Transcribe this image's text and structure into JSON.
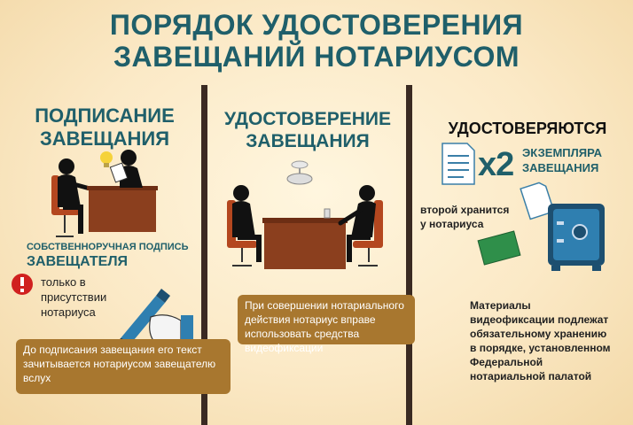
{
  "title": {
    "line1": "ПОРЯДОК УДОСТОВЕРЕНИЯ",
    "line2": "ЗАВЕЩАНИЙ НОТАРИУСОМ"
  },
  "left": {
    "heading1": "ПОДПИСАНИЕ",
    "heading2": "ЗАВЕЩАНИЯ",
    "signature_line1": "СОБСТВЕННОРУЧНАЯ ПОДПИСЬ",
    "signature_line2": "ЗАВЕЩАТЕЛЯ",
    "note_line1": "только в",
    "note_line2": "присутствии",
    "note_line3": "нотариуса",
    "bubble_line1": "До подписания завещания его текст",
    "bubble_line2": "зачитывается нотариусом завещателю",
    "bubble_line3": "вслух"
  },
  "middle": {
    "heading1": "УДОСТОВЕРЕНИЕ",
    "heading2": "ЗАВЕЩАНИЯ",
    "bubble_line1": "При совершении нотариального",
    "bubble_line2": "действия нотариус вправе",
    "bubble_line3": "использовать средства видеофиксации"
  },
  "right": {
    "heading": "УДОСТОВЕРЯЮТСЯ",
    "multiplier": "x2",
    "copies_line1": "ЭКЗЕМПЛЯРА",
    "copies_line2": "ЗАВЕЩАНИЯ",
    "second_line1": "второй хранится",
    "second_line2": "у нотариуса",
    "materials_line1": "Материалы",
    "materials_line2": "видеофиксации подлежат",
    "materials_line3": "обязательному хранению",
    "materials_line4": "в порядке, установленном",
    "materials_line5": "Федеральной",
    "materials_line6": "нотариальной палатой"
  },
  "colors": {
    "title": "#1f5f6a",
    "divider": "#3a2a22",
    "bubble": "#a8772f",
    "desk": "#8b3f1e",
    "chair": "#b4471f",
    "safe": "#2f7fb0",
    "alert": "#d0201f"
  }
}
